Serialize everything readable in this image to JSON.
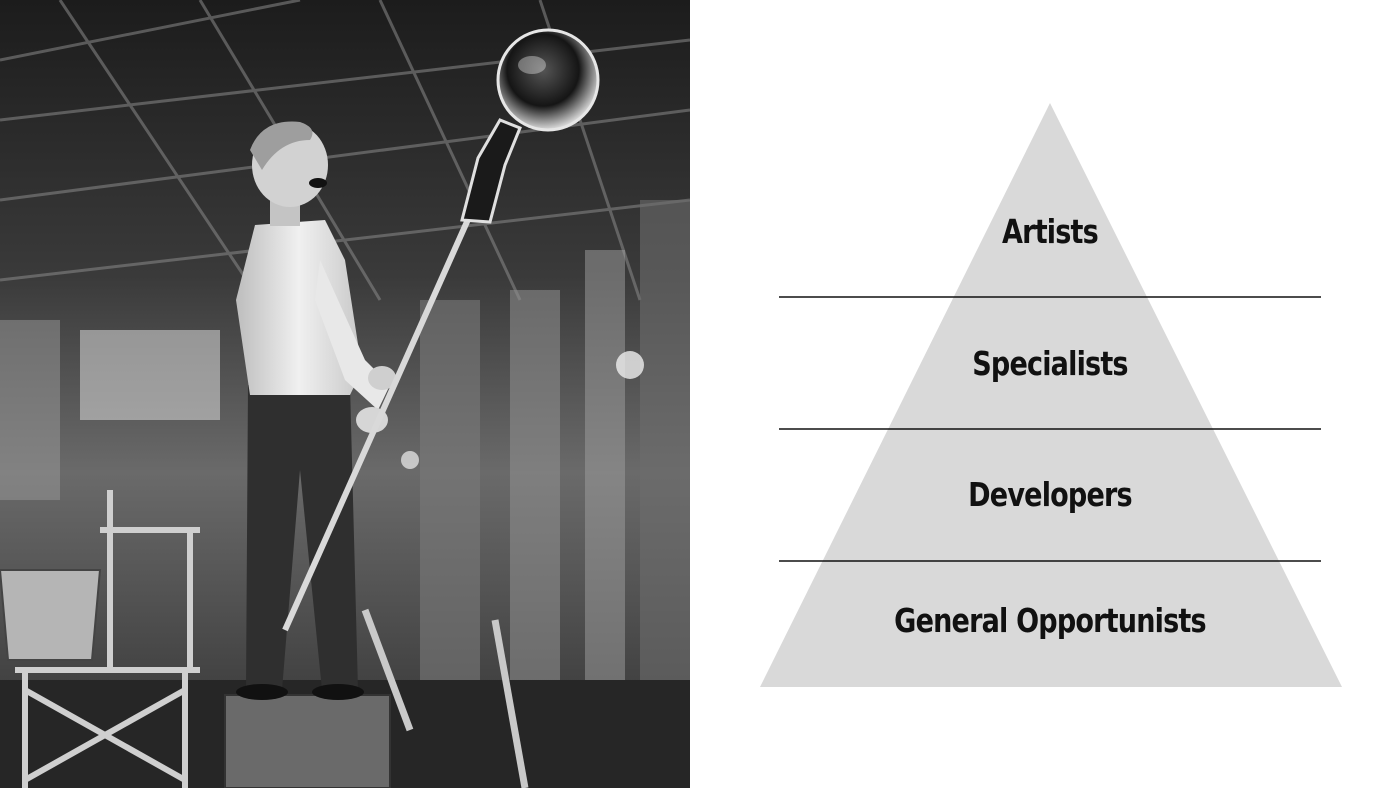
{
  "photo": {
    "subject": "glassblower-photo"
  },
  "pyramid": {
    "fill_color": "#d9d9d9",
    "line_color": "#111111",
    "tiers": [
      {
        "label": "Artists"
      },
      {
        "label": "Specialists"
      },
      {
        "label": "Developers"
      },
      {
        "label": "General Opportunists"
      }
    ]
  }
}
